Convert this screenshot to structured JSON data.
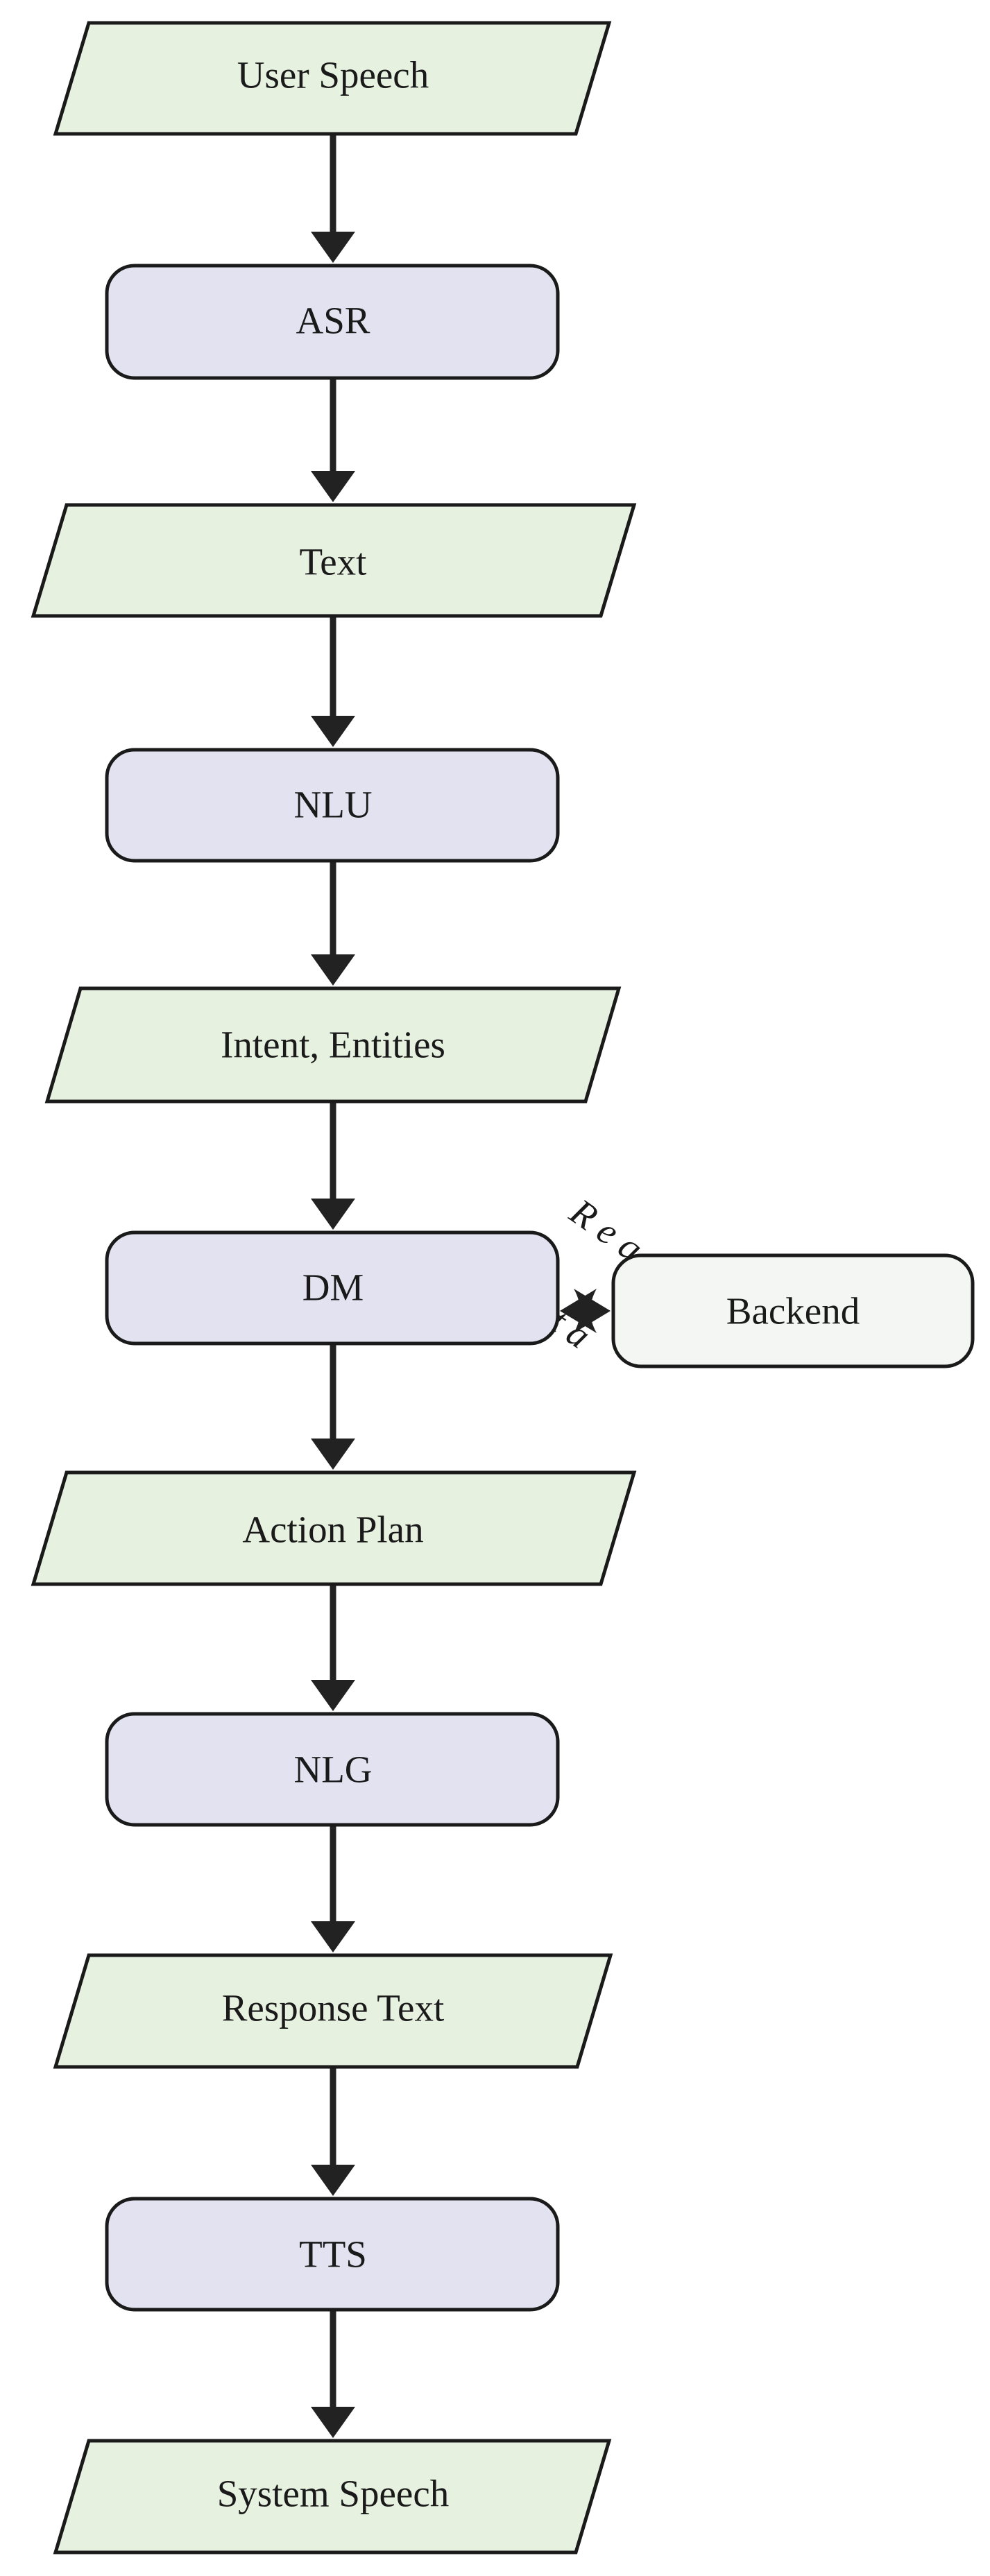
{
  "nodes": {
    "user_speech": "User Speech",
    "asr": "ASR",
    "text": "Text",
    "nlu": "NLU",
    "intent_entities": "Intent, Entities",
    "dm": "DM",
    "backend": "Backend",
    "action_plan": "Action Plan",
    "nlg": "NLG",
    "response_text": "Response Text",
    "tts": "TTS",
    "system_speech": "System Speech"
  },
  "edge_labels": {
    "request": "Req.",
    "data": "Data"
  },
  "colors": {
    "data_fill": "#e7f1e0",
    "process_fill": "#e3e2f1",
    "backend_fill": "#f3f6f3",
    "stroke": "#1a1a1a"
  }
}
